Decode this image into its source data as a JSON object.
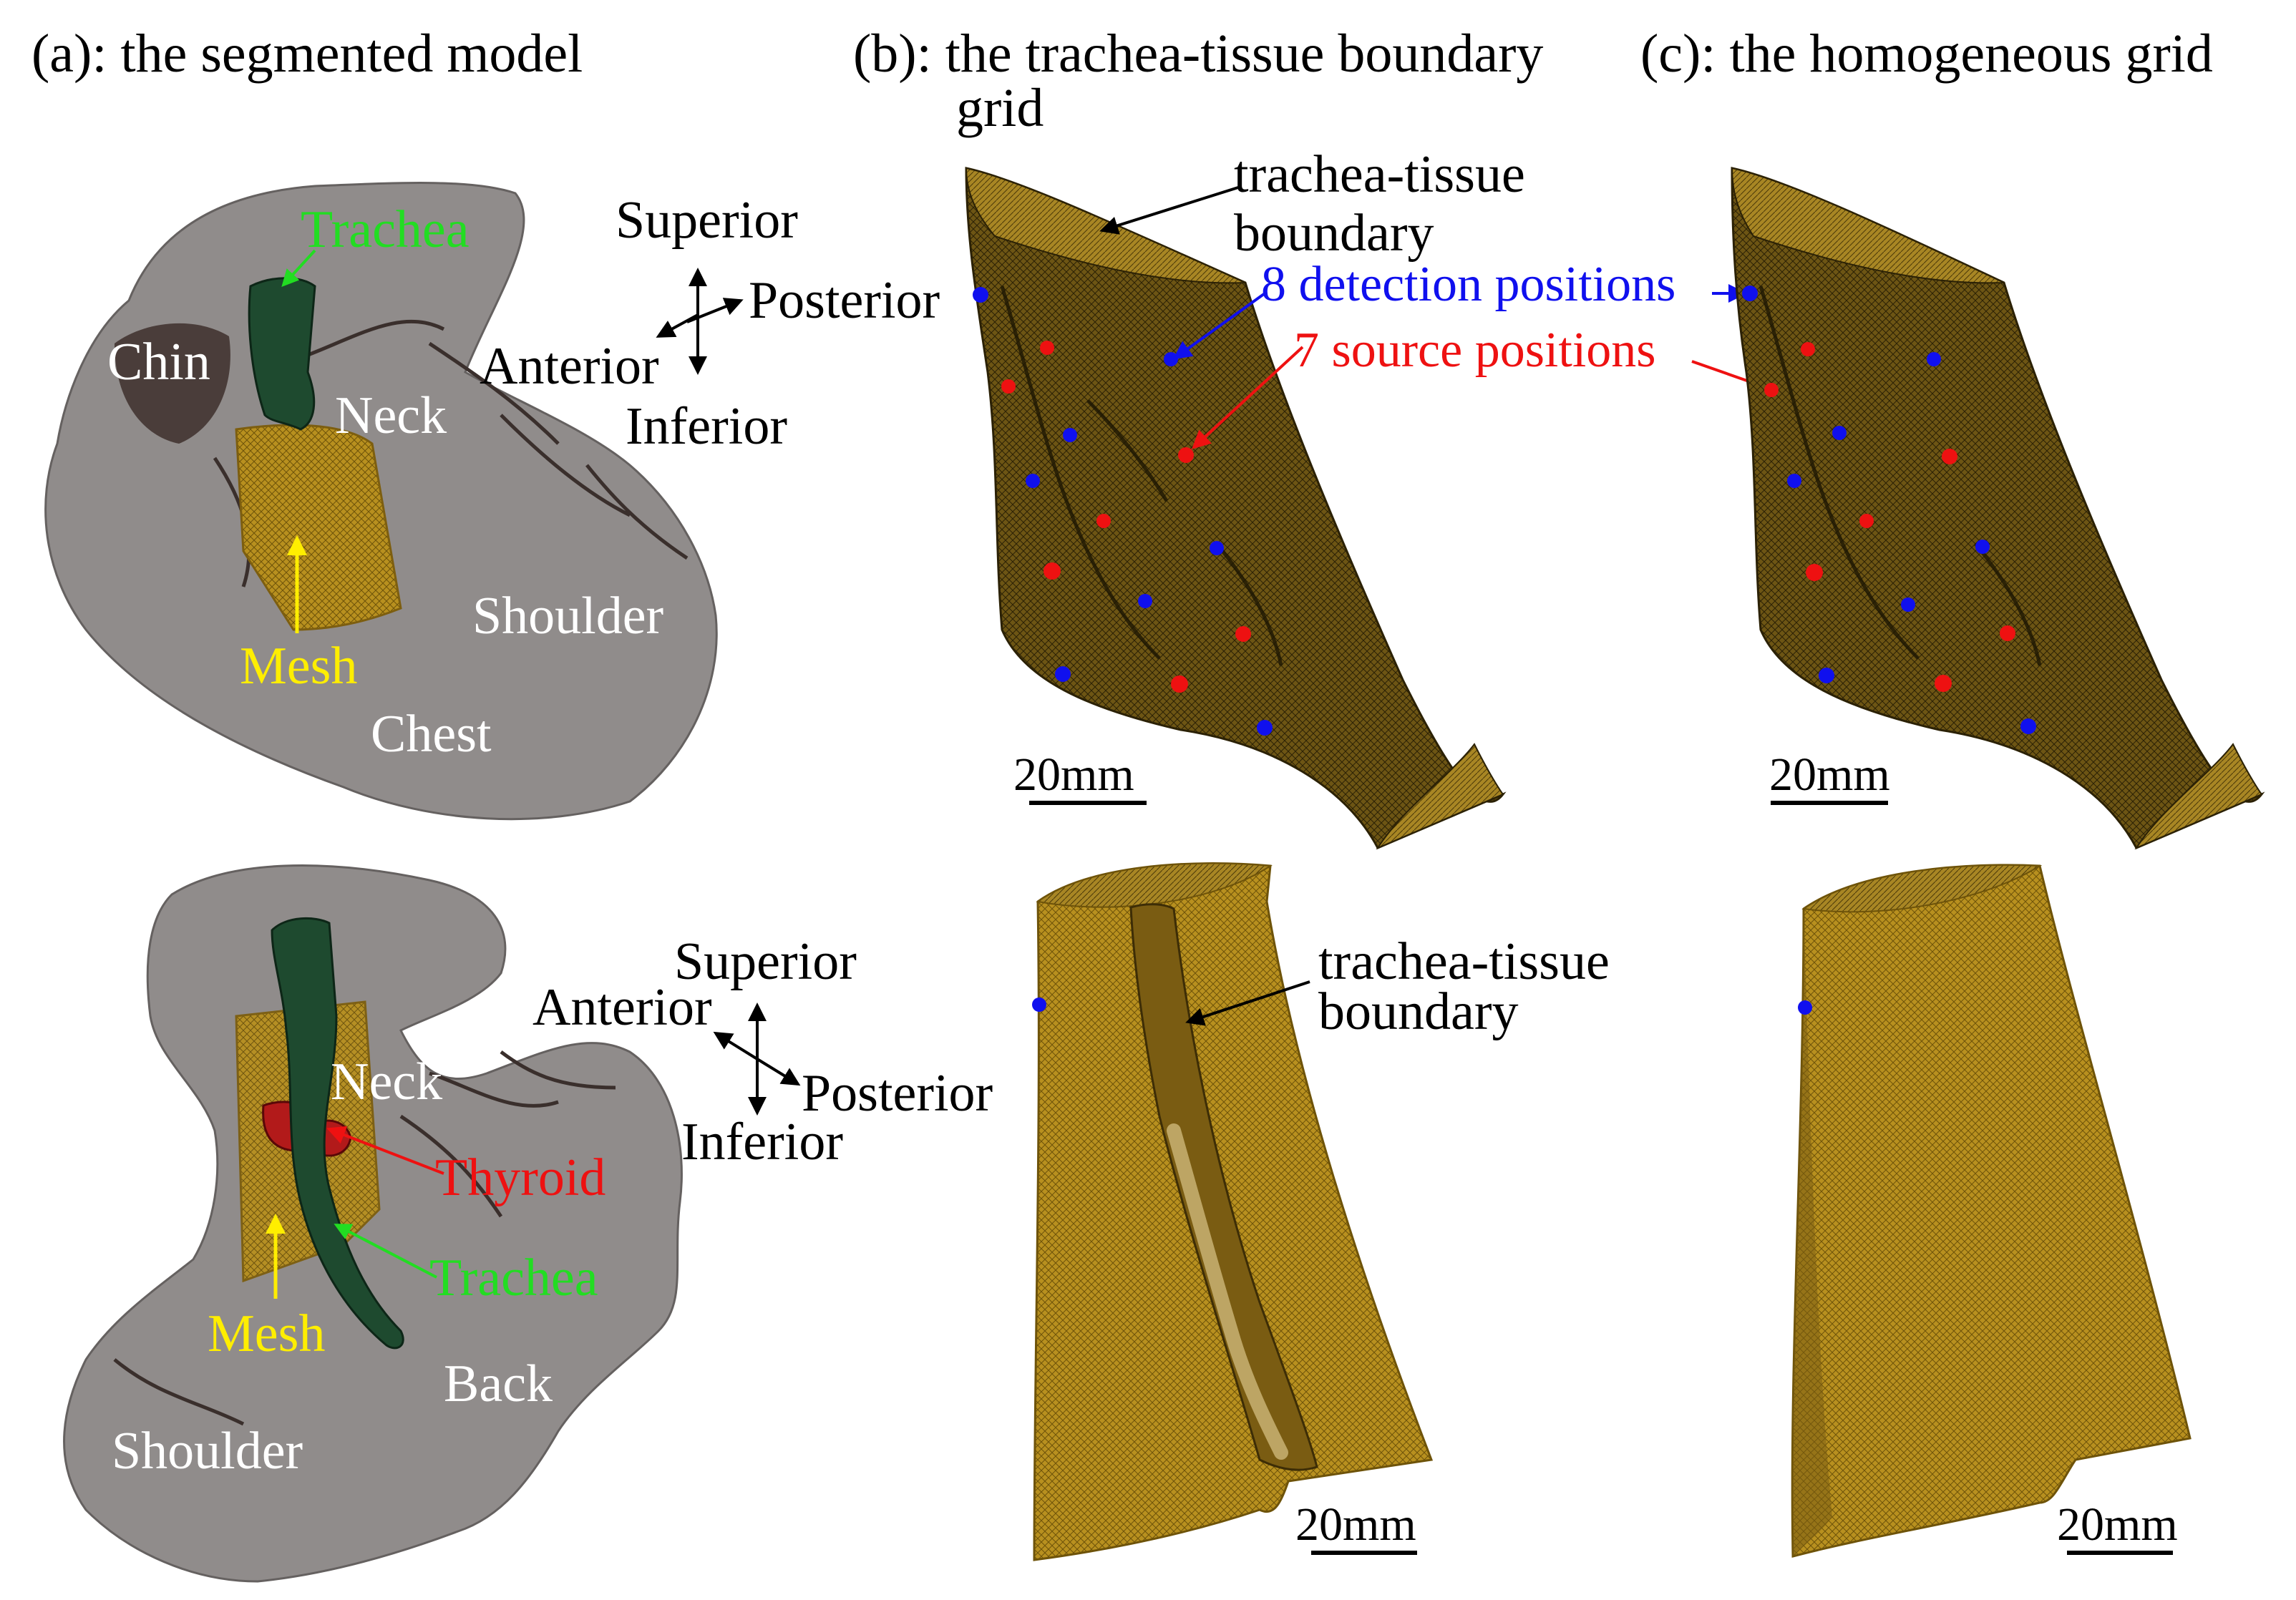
{
  "panels": {
    "a_title": "(a): the segmented model",
    "b_title_line1": "(b): the trachea-tissue boundary",
    "b_title_line2": "grid",
    "c_title": "(c): the homogeneous grid"
  },
  "top_model": {
    "trachea": "Trachea",
    "chin": "Chin",
    "neck": "Neck",
    "mesh": "Mesh",
    "shoulder": "Shoulder",
    "chest": "Chest"
  },
  "bottom_model": {
    "neck": "Neck",
    "thyroid": "Thyroid",
    "trachea": "Trachea",
    "mesh": "Mesh",
    "back": "Back",
    "shoulder": "Shoulder"
  },
  "orientation_top": {
    "superior": "Superior",
    "posterior": "Posterior",
    "anterior": "Anterior",
    "inferior": "Inferior"
  },
  "orientation_bottom": {
    "superior": "Superior",
    "anterior": "Anterior",
    "posterior": "Posterior",
    "inferior": "Inferior"
  },
  "annotations": {
    "boundary_line1": "trachea-tissue",
    "boundary_line2": "boundary",
    "detection": "8 detection positions",
    "source": "7 source positions",
    "boundary_bottom_line1": "trachea-tissue",
    "boundary_bottom_line2": "boundary"
  },
  "scale_bars": {
    "b_top": "20mm",
    "c_top": "20mm",
    "b_bottom": "20mm",
    "c_bottom": "20mm"
  },
  "colors": {
    "trachea_label": "#22dd22",
    "mesh_label": "#ffee00",
    "thyroid_label": "#ee1111",
    "detection_label": "#1010ee",
    "source_label": "#ee1111",
    "mesh_surface": "#6b5412",
    "mesh_surface_light": "#b78e25",
    "body_tissue": "#8b8685",
    "trachea_body": "#1e4a2f"
  }
}
